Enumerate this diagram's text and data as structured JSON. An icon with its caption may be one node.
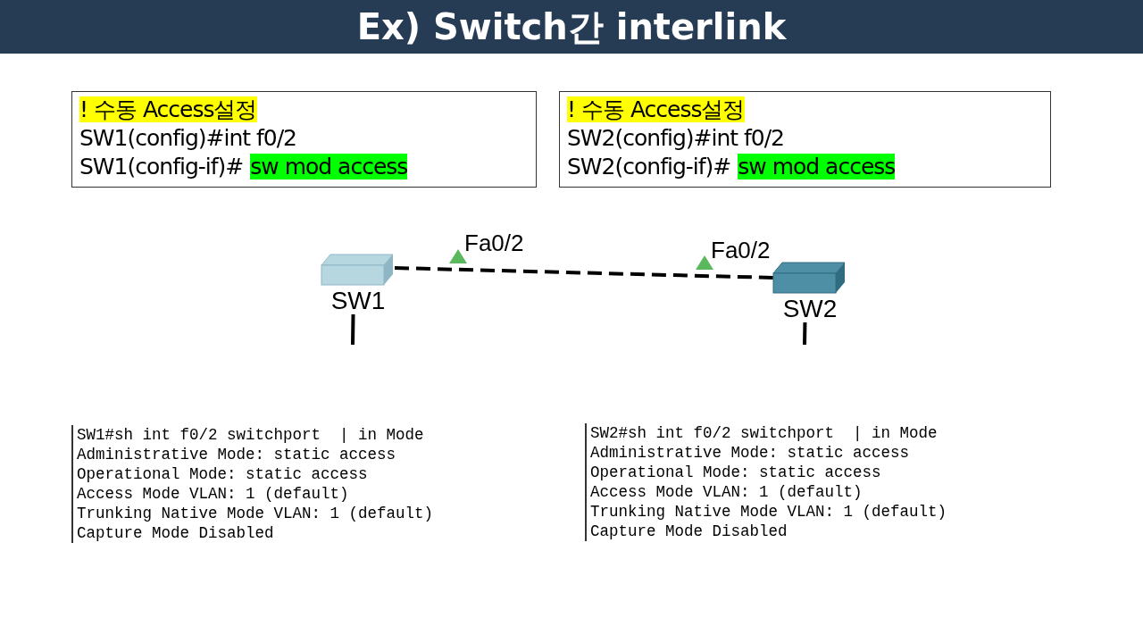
{
  "diagram": {
    "title": "Ex) Switch간 interlink",
    "nodes": [
      {
        "text": [
          "! 수동 Access설정",
          "SW1(config)#int f0/2",
          "SW1(config-if)#",
          "sw mod access"
        ]
      },
      {
        "text": [
          "! 수동 Access설정",
          "SW2(config)#int f0/2",
          "SW2(config-if)#",
          "sw mod access"
        ]
      },
      {
        "text": [
          "SW1"
        ]
      },
      {
        "text": [
          "SW2"
        ]
      }
    ],
    "edges": [
      {
        "from": 2,
        "to": 3,
        "arrow": "none",
        "style": "dashed"
      },
      {
        "from": 2,
        "to": null,
        "arrow": "none"
      },
      {
        "from": 3,
        "to": null,
        "arrow": "none"
      }
    ],
    "labels": [
      "Fa0/2",
      "Fa0/2",
      "SW1#sh int f0/2 switchport  | in Mode",
      "Administrative Mode: static access",
      "Operational Mode: static access",
      "Access Mode VLAN: 1 (default)",
      "Trunking Native Mode VLAN: 1 (default)",
      "Capture Mode Disabled",
      "SW2#sh int f0/2 switchport  | in Mode",
      "Administrative Mode: static access",
      "Operational Mode: static access",
      "Access Mode VLAN: 1 (default)",
      "Trunking Native Mode VLAN: 1 (default)",
      "Capture Mode Disabled"
    ]
  }
}
